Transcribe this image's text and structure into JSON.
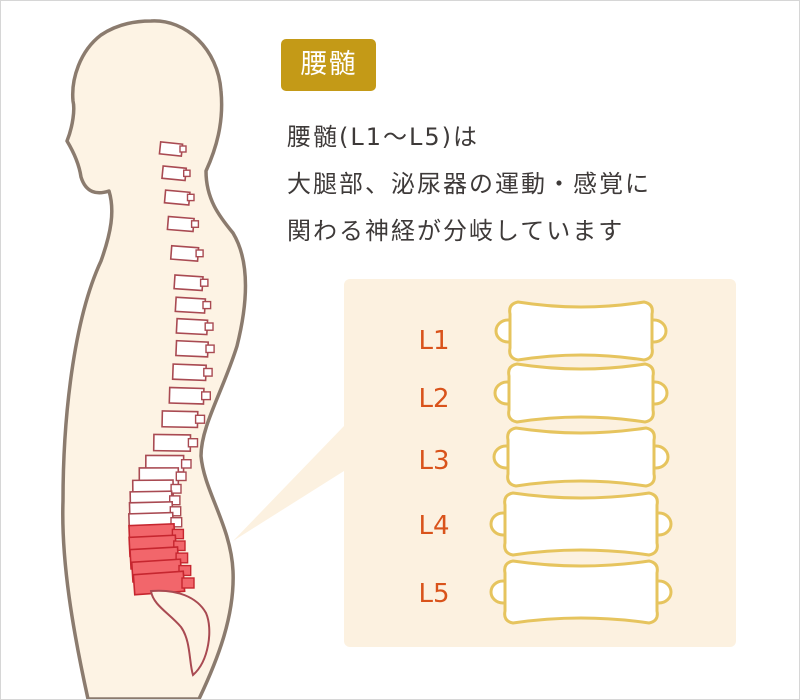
{
  "title": "腰髄",
  "description": [
    "腰髄(L1～L5)は",
    "大腿部、泌尿器の運動・感覚に",
    "関わる神経が分岐しています"
  ],
  "vertebra_labels": [
    "L1",
    "L2",
    "L3",
    "L4",
    "L5"
  ],
  "colors": {
    "body_fill": "#fdf3e4",
    "body_outline": "#8b7b6e",
    "spine_outline": "#a94a52",
    "lumbar_fill": "#f2666b",
    "lumbar_outline": "#c6262f",
    "callout_fill": "#fcf1e0",
    "vertebra_outline": "#e6c45e",
    "label_color": "#d9531b",
    "badge_color": "#c49a17"
  }
}
